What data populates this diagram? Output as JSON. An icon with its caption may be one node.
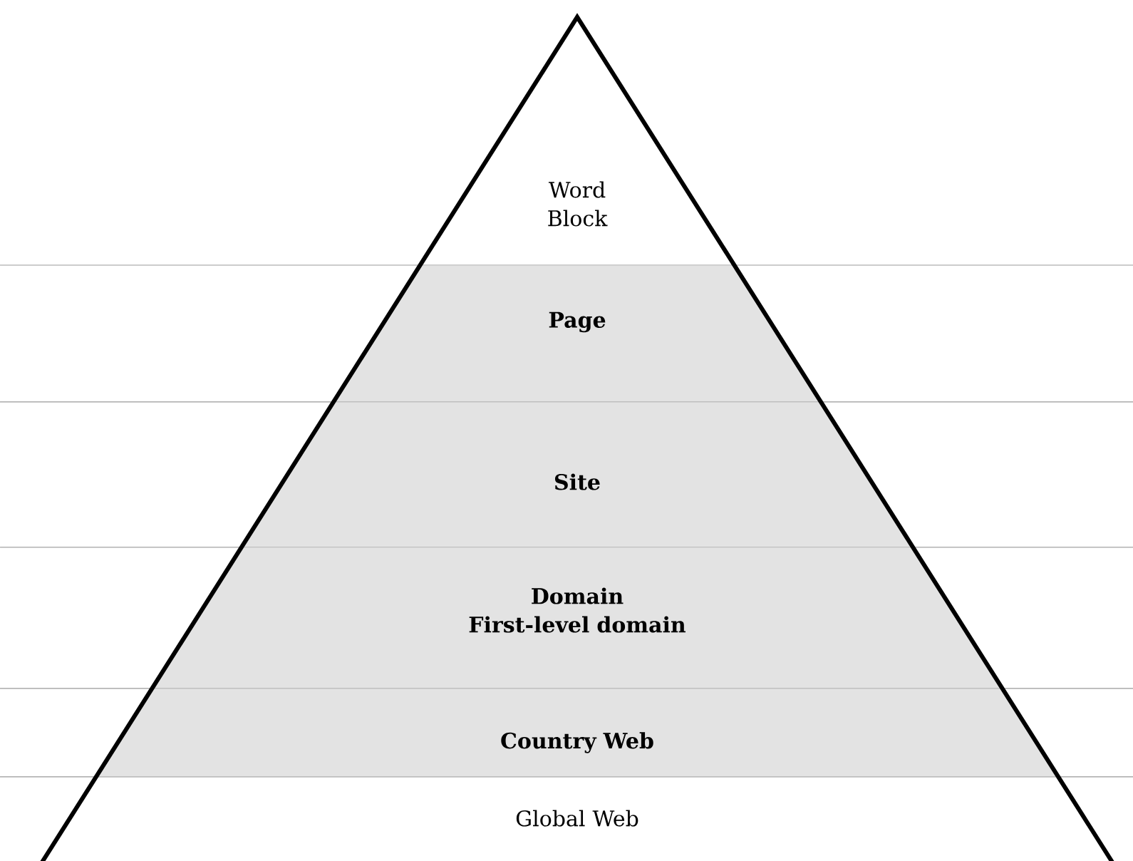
{
  "diagram": {
    "nodes": [
      {
        "text": [
          "Word Block"
        ]
      },
      {
        "text": [
          "Page"
        ]
      },
      {
        "text": [
          "Site"
        ]
      },
      {
        "text": [
          "Domain",
          "First-level domain"
        ]
      },
      {
        "text": [
          "Country Web"
        ]
      },
      {
        "text": [
          "Global Web"
        ]
      }
    ]
  }
}
